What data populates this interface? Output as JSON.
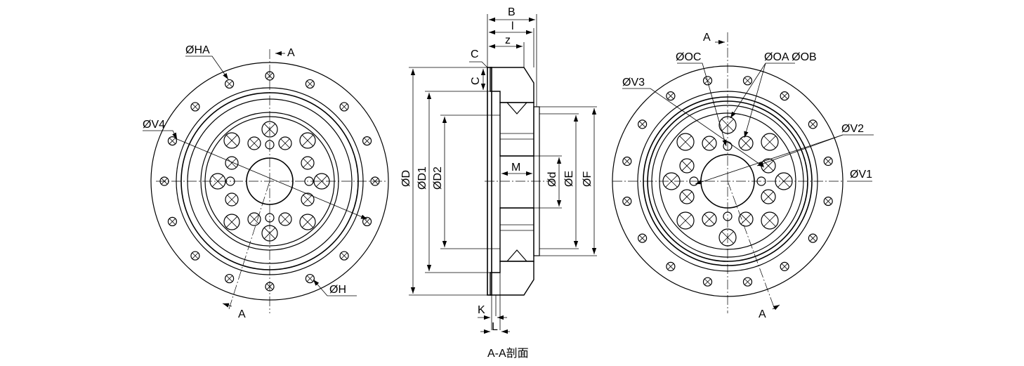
{
  "labels": {
    "left": {
      "phi_ha": "ØHA",
      "phi_v4": "ØV4",
      "phi_h": "ØH",
      "section_top": "A",
      "section_bottom": "A"
    },
    "middle": {
      "b": "B",
      "l": "l",
      "z": "z",
      "c_top": "C",
      "c_side": "C",
      "m": "M",
      "phi_d_upper": "ØD",
      "phi_d1": "ØD1",
      "phi_d2": "ØD2",
      "phi_d_lower": "Ød",
      "phi_e": "ØE",
      "phi_f": "ØF",
      "k": "K",
      "l_bottom": "L",
      "caption": "A-A剖面"
    },
    "right": {
      "section_top": "A",
      "phi_oc": "ØOC",
      "phi_oa_ob": "ØOA ØOB",
      "phi_v3": "ØV3",
      "phi_v2": "ØV2",
      "phi_v1": "ØV1",
      "section_bottom": "A"
    }
  }
}
